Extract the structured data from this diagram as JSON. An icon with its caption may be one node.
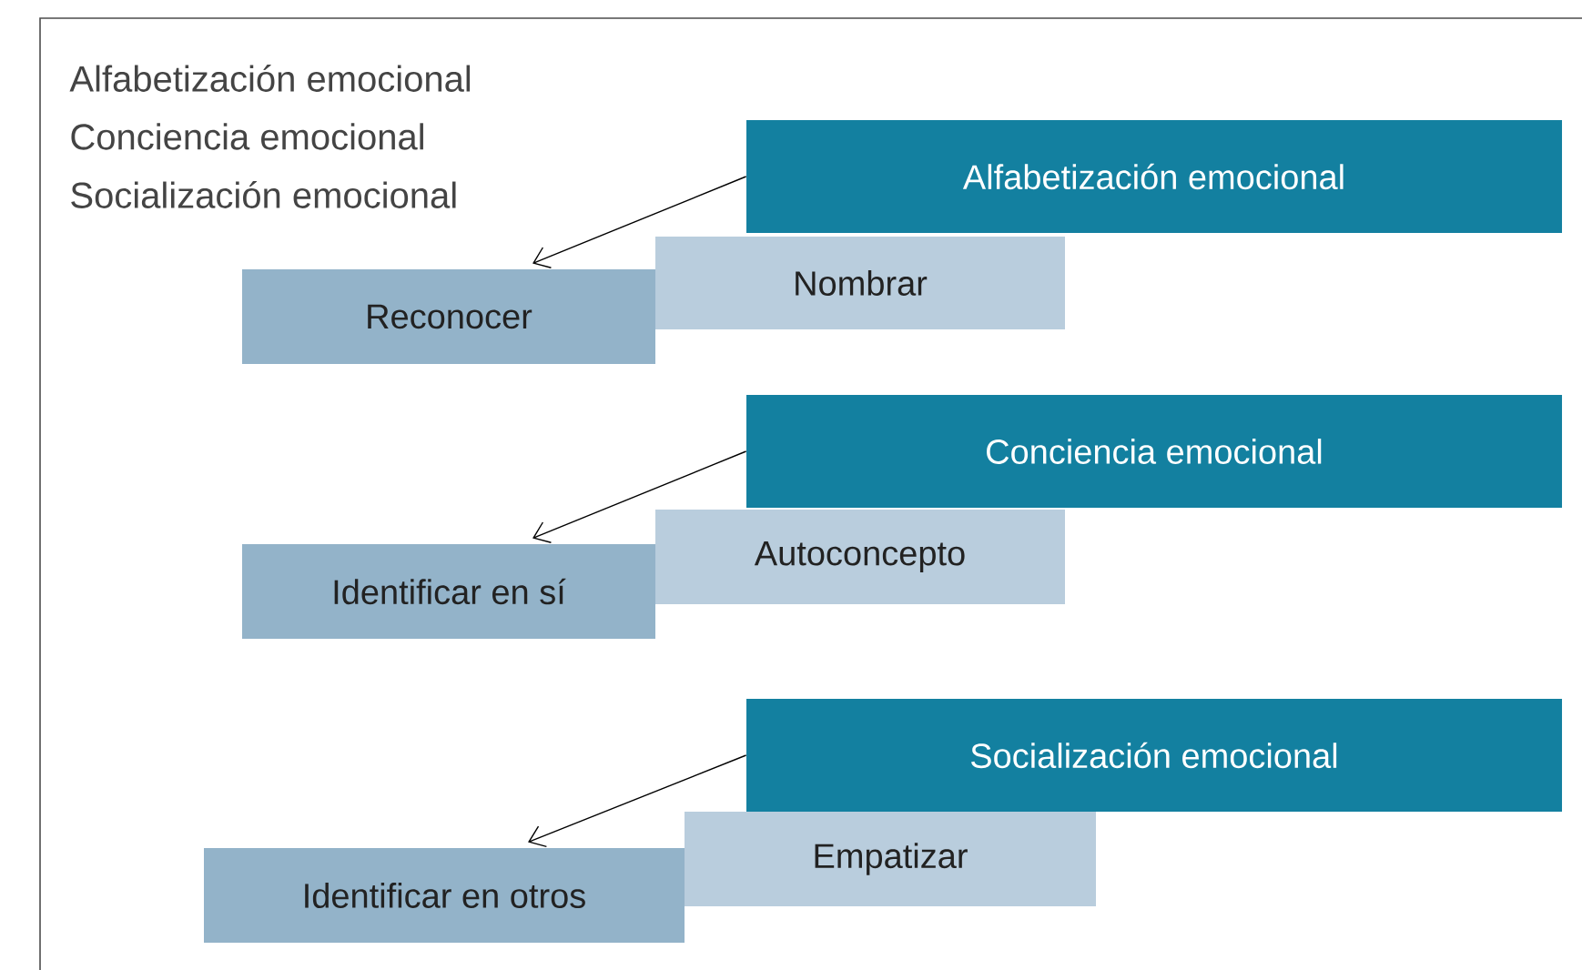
{
  "diagram": {
    "nodes": [
      {
        "text": [
          "Alfabetización emocional"
        ]
      },
      {
        "text": [
          "Nombrar"
        ]
      },
      {
        "text": [
          "Reconocer"
        ]
      },
      {
        "text": [
          "Conciencia emocional"
        ]
      },
      {
        "text": [
          "Autoconcepto"
        ]
      },
      {
        "text": [
          "Identificar en sí"
        ]
      },
      {
        "text": [
          "Socialización emocional"
        ]
      },
      {
        "text": [
          "Empatizar"
        ]
      },
      {
        "text": [
          "Identificar en otros"
        ]
      }
    ],
    "edges": [
      {
        "from": 0,
        "to": 2,
        "arrow": "to"
      },
      {
        "from": 3,
        "to": 5,
        "arrow": "to"
      },
      {
        "from": 6,
        "to": 8,
        "arrow": "to"
      }
    ],
    "labels": [
      "Alfabetización emocional",
      "Conciencia emocional",
      "Socialización emocional"
    ]
  }
}
